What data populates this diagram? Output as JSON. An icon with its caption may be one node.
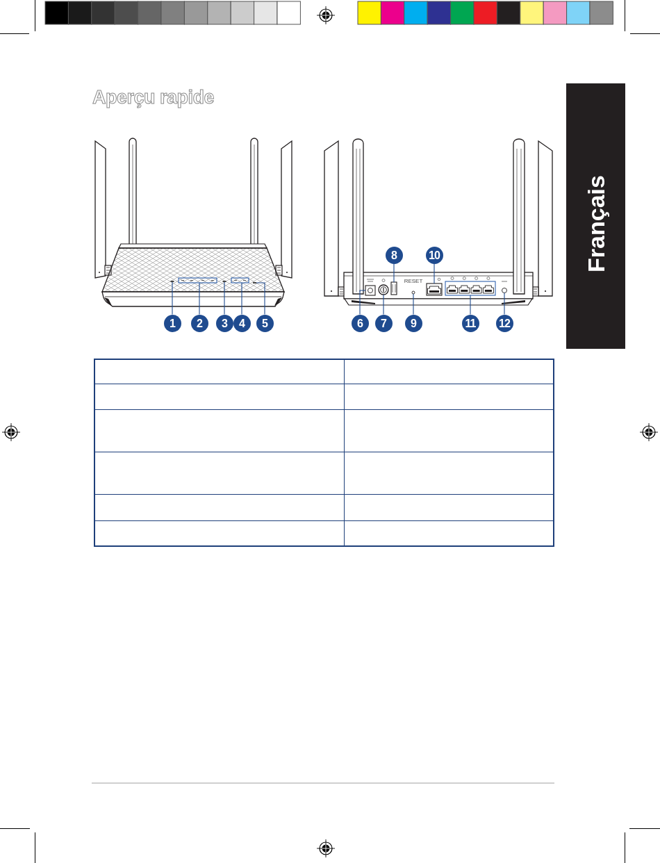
{
  "diagram": {
    "title": "Aperçu rapide",
    "nodes": [
      {
        "text": [
          "1"
        ]
      },
      {
        "text": [
          "2"
        ]
      },
      {
        "text": [
          "3"
        ]
      },
      {
        "text": [
          "4"
        ]
      },
      {
        "text": [
          "5"
        ]
      },
      {
        "text": [
          "6"
        ]
      },
      {
        "text": [
          "7"
        ]
      },
      {
        "text": [
          "8"
        ]
      },
      {
        "text": [
          "9"
        ]
      },
      {
        "text": [
          "10"
        ]
      },
      {
        "text": [
          "11"
        ]
      },
      {
        "text": [
          "12"
        ]
      },
      {
        "text": [
          "Français"
        ]
      },
      {
        "text": [],
        "shape": "bar"
      },
      {
        "text": [],
        "shape": "box"
      },
      {
        "text": [],
        "shape": "bar"
      },
      {
        "text": [],
        "shape": "box"
      },
      {
        "text": [],
        "shape": "bar"
      },
      {
        "text": [],
        "shape": "box"
      },
      {
        "text": [],
        "shape": "circle"
      },
      {
        "text": [],
        "shape": "box"
      },
      {
        "text": [],
        "shape": "circle"
      },
      {
        "text": [],
        "shape": "box"
      },
      {
        "text": [],
        "shape": "box"
      },
      {
        "text": [],
        "shape": "circle"
      }
    ],
    "edges": [
      {
        "from": 0,
        "to": 13,
        "arrow": "none"
      },
      {
        "from": 1,
        "to": 14,
        "arrow": "none"
      },
      {
        "from": 2,
        "to": 15,
        "arrow": "none"
      },
      {
        "from": 3,
        "to": 16,
        "arrow": "none"
      },
      {
        "from": 4,
        "to": 17,
        "arrow": "none"
      },
      {
        "from": 5,
        "to": 18,
        "arrow": "none"
      },
      {
        "from": 6,
        "to": 19,
        "arrow": "none"
      },
      {
        "from": 7,
        "to": 20,
        "arrow": "none"
      },
      {
        "from": 8,
        "to": 21,
        "arrow": "none"
      },
      {
        "from": 9,
        "to": 22,
        "arrow": "none"
      },
      {
        "from": 10,
        "to": 23,
        "arrow": "none"
      },
      {
        "from": 11,
        "to": 24,
        "arrow": "none"
      }
    ],
    "labels": [
      "RESET"
    ]
  }
}
